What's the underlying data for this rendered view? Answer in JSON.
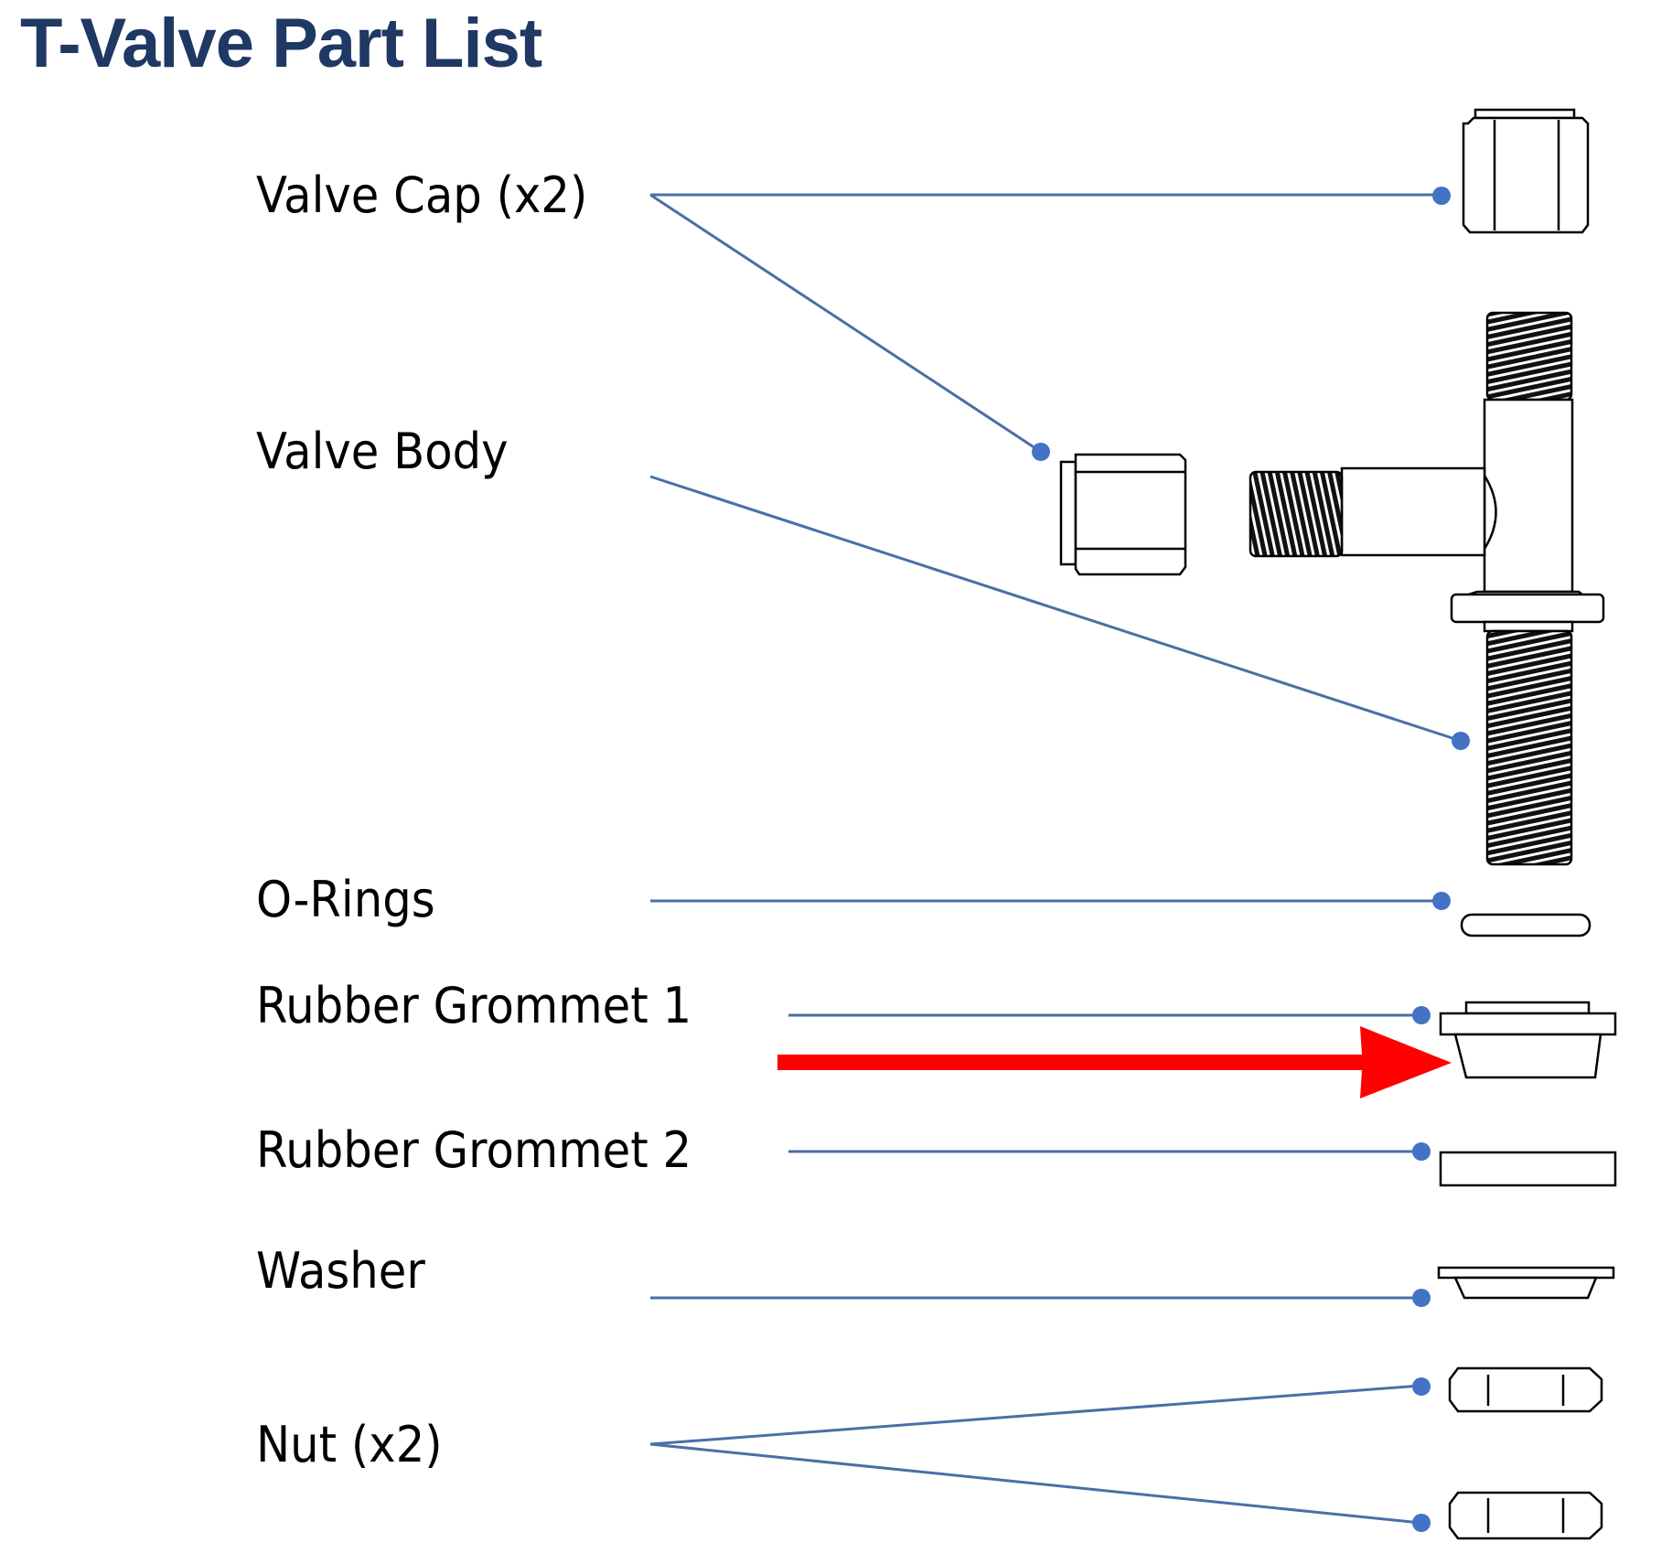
{
  "title": "T-Valve Part List",
  "colors": {
    "title": "#1f3864",
    "leader_line": "#4a6fa5",
    "leader_dot": "#4472c4",
    "highlight_arrow": "#ff0000"
  },
  "parts": [
    {
      "id": "valve-cap",
      "label": "Valve Cap (x2)",
      "quantity": 2
    },
    {
      "id": "valve-body",
      "label": "Valve Body",
      "quantity": 1
    },
    {
      "id": "o-rings",
      "label": "O-Rings"
    },
    {
      "id": "rubber-grommet-1",
      "label": "Rubber Grommet 1",
      "highlighted": true
    },
    {
      "id": "rubber-grommet-2",
      "label": "Rubber Grommet 2"
    },
    {
      "id": "washer",
      "label": "Washer"
    },
    {
      "id": "nut",
      "label": "Nut (x2)",
      "quantity": 2
    }
  ],
  "highlight": {
    "target": "rubber-grommet-1",
    "type": "red-arrow"
  }
}
